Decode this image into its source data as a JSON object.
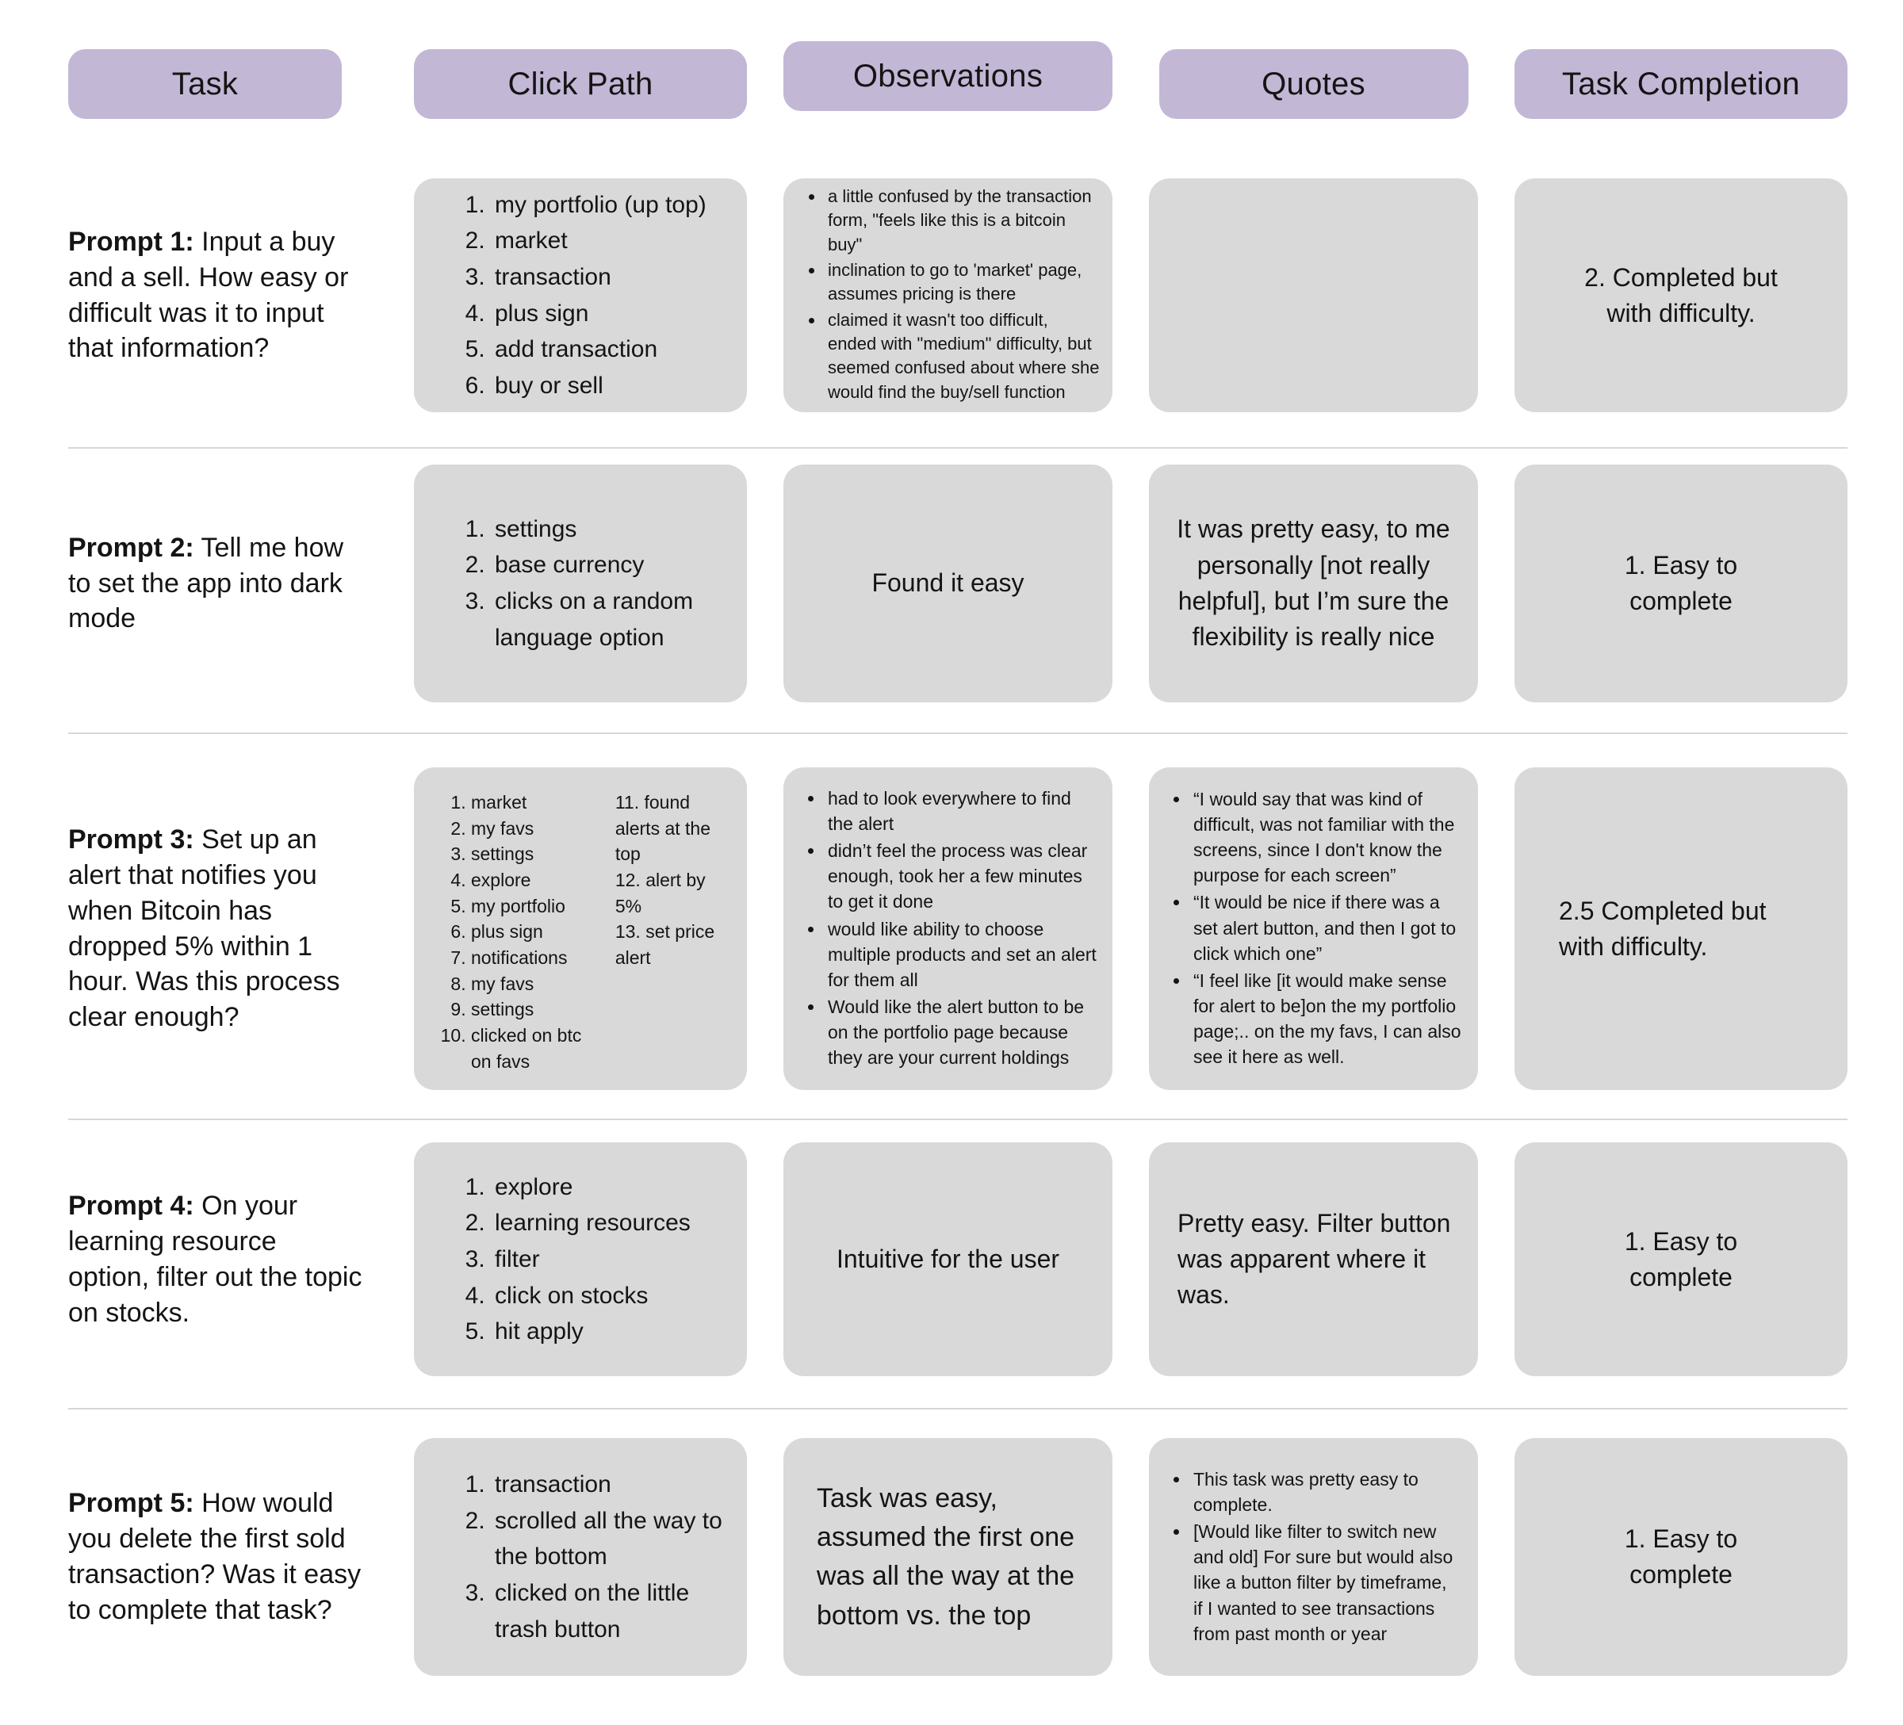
{
  "colors": {
    "header_pill": "#c3b7d6",
    "card_background": "#d9d9d9",
    "divider": "#d7d7d7",
    "text": "#141414",
    "page_background": "#ffffff"
  },
  "header": {
    "columns": [
      "Task",
      "Click Path",
      "Observations",
      "Quotes",
      "Task Completion"
    ]
  },
  "rows": [
    {
      "task": {
        "label": "Prompt 1:",
        "text": "Input a buy and a sell. How easy or difficult was it to input that information?"
      },
      "click_path": [
        "my portfolio (up top)",
        "market",
        "transaction",
        "plus sign",
        "add transaction",
        "buy or sell"
      ],
      "observations": [
        "a little confused by the transaction form, \"feels like this is a bitcoin buy\"",
        "inclination to go to 'market' page, assumes pricing is there",
        "claimed it wasn't too difficult, ended with \"medium\" difficulty, but seemed confused about where she would find the buy/sell function"
      ],
      "quotes": [],
      "completion": "2. Completed but with difficulty."
    },
    {
      "task": {
        "label": "Prompt 2:",
        "text": "Tell me how to set the app into dark mode"
      },
      "click_path": [
        "settings",
        "base currency",
        "clicks on a random language option"
      ],
      "observations_text": "Found it easy",
      "quotes_text": "It was pretty easy, to me personally [not really helpful], but I’m sure the flexibility is really nice",
      "completion": "1. Easy to complete"
    },
    {
      "task": {
        "label": "Prompt 3:",
        "text": "Set up an alert that notifies you when Bitcoin has dropped 5% within 1 hour. Was this process clear enough?"
      },
      "click_path": {
        "left": [
          "market",
          "my favs",
          "settings",
          "explore",
          "my portfolio",
          "plus sign",
          "notifications",
          "my favs",
          "settings",
          "clicked on btc on favs"
        ],
        "right_start": 11,
        "right": [
          "found alerts at the top",
          "alert by 5%",
          "set price alert"
        ]
      },
      "observations": [
        "had to look everywhere to find the alert",
        "didn’t feel the process was clear enough, took her a few minutes to get it done",
        "would like ability to choose multiple products and set an alert for them all",
        "Would like the alert button to be on the portfolio page because they are your current holdings"
      ],
      "quotes": [
        "“I would say that was kind of difficult, was not familiar with the screens, since I don't know the purpose for each screen”",
        "“It would be nice if there was a set alert button, and then I got to click which one”",
        "“I feel like [it would make sense for alert to be]on the my portfolio page;.. on the my favs, I can also see it here as well."
      ],
      "completion": "2.5 Completed but with difficulty."
    },
    {
      "task": {
        "label": "Prompt 4:",
        "text": "On your learning resource option, filter out the topic on stocks."
      },
      "click_path": [
        "explore",
        "learning resources",
        "filter",
        "click on stocks",
        "hit apply"
      ],
      "observations_text": "Intuitive for the user",
      "quotes_text": "Pretty easy. Filter button was apparent where it was.",
      "completion": "1. Easy to complete"
    },
    {
      "task": {
        "label": "Prompt 5:",
        "text": "How would you delete the first sold transaction? Was it easy to complete that task?"
      },
      "click_path": [
        "transaction",
        "scrolled all the way to the bottom",
        "clicked on the little trash button"
      ],
      "observations_text": "Task was easy, assumed the first one was all the way at the bottom vs. the top",
      "quotes": [
        "This task was pretty easy to complete.",
        "[Would like filter to switch new and old] For sure but would also like a button filter by timeframe, if I wanted to see transactions from past month or year"
      ],
      "completion": "1. Easy to complete"
    }
  ]
}
